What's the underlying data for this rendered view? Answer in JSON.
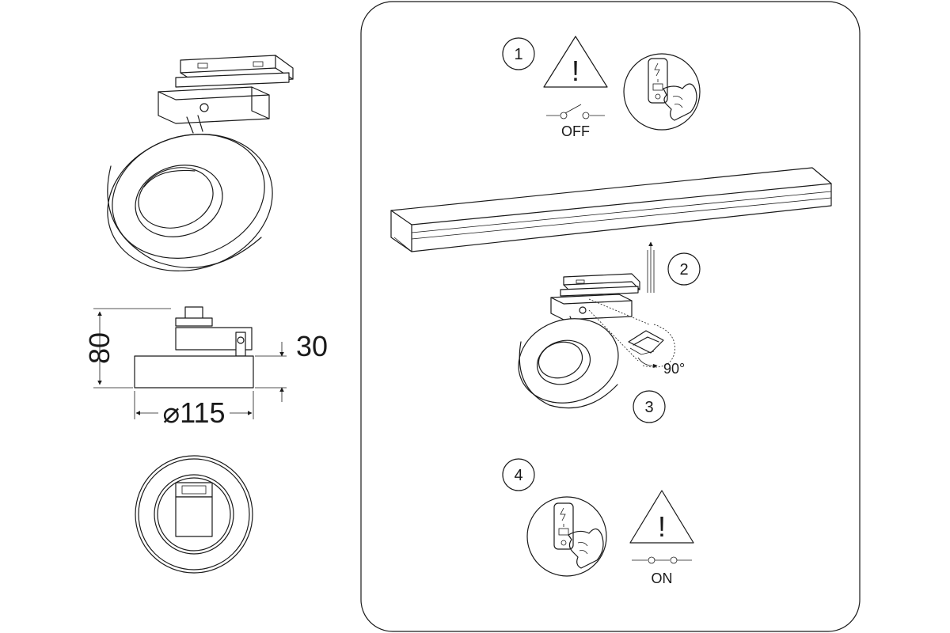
{
  "dimensions": {
    "height": "80",
    "head_height": "30",
    "diameter": "⌀115"
  },
  "steps": [
    {
      "number": "1",
      "switch_label": "OFF"
    },
    {
      "number": "2"
    },
    {
      "number": "3",
      "angle_label": "90°"
    },
    {
      "number": "4",
      "switch_label": "ON"
    }
  ],
  "warning_symbol": "!"
}
